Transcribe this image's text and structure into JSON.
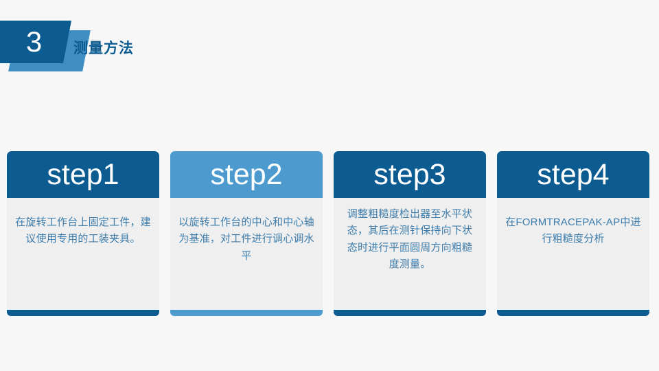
{
  "header": {
    "badge_number": "3",
    "title": "测量方法",
    "badge_front_color": "#0d5c91",
    "badge_back_color": "#3f8fc4",
    "title_color": "#0d5c91"
  },
  "theme": {
    "background": "#f7f7f7",
    "card_body_bg": "#efefef",
    "body_text_color": "#3d7cab",
    "dark_blue": "#0d5c91",
    "light_blue": "#4d9bce"
  },
  "cards": [
    {
      "title": "step1",
      "text": "在旋转工作台上固定工件，建议使用专用的工装夹具。",
      "accent": "#0d5c91"
    },
    {
      "title": "step2",
      "text": "以旋转工作台的中心和中心轴为基准，对工件进行调心调水平",
      "accent": "#4d9bce"
    },
    {
      "title": "step3",
      "text": "调整粗糙度检出器至水平状态，其后在测针保持向下状态时进行平面圆周方向粗糙度测量。",
      "accent": "#0d5c91"
    },
    {
      "title": "step4",
      "text": "在FORMTRACEPAK-AP中进行粗糙度分析",
      "accent": "#0d5c91"
    }
  ]
}
